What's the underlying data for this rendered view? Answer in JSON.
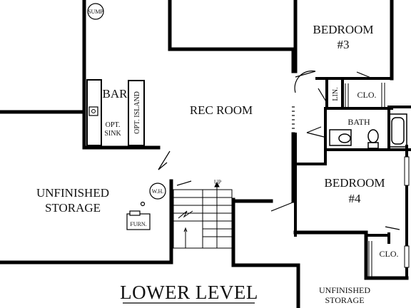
{
  "plan": {
    "title": "LOWER LEVEL",
    "rooms": {
      "bedroom3": {
        "line1": "BEDROOM",
        "line2": "#3"
      },
      "bedroom4": {
        "line1": "BEDROOM",
        "line2": "#4"
      },
      "rec_room": "REC ROOM",
      "bar": "BAR",
      "opt_island": "OPT. ISLAND",
      "opt_sink": {
        "line1": "OPT.",
        "line2": "SINK"
      },
      "unfinished_storage_left": {
        "line1": "UNFINISHED",
        "line2": "STORAGE"
      },
      "unfinished_storage_right": {
        "line1": "UNFINISHED",
        "line2": "STORAGE"
      },
      "bath": "BATH",
      "linen": "LIN.",
      "closet_top": "CLO.",
      "closet_bottom": "CLO."
    },
    "fixtures": {
      "sump": "SUMP",
      "water_heater": "W.H.",
      "furnace": "FURN.",
      "stairs_up": "UP"
    },
    "colors": {
      "line": "#000000",
      "background": "#ffffff"
    }
  }
}
